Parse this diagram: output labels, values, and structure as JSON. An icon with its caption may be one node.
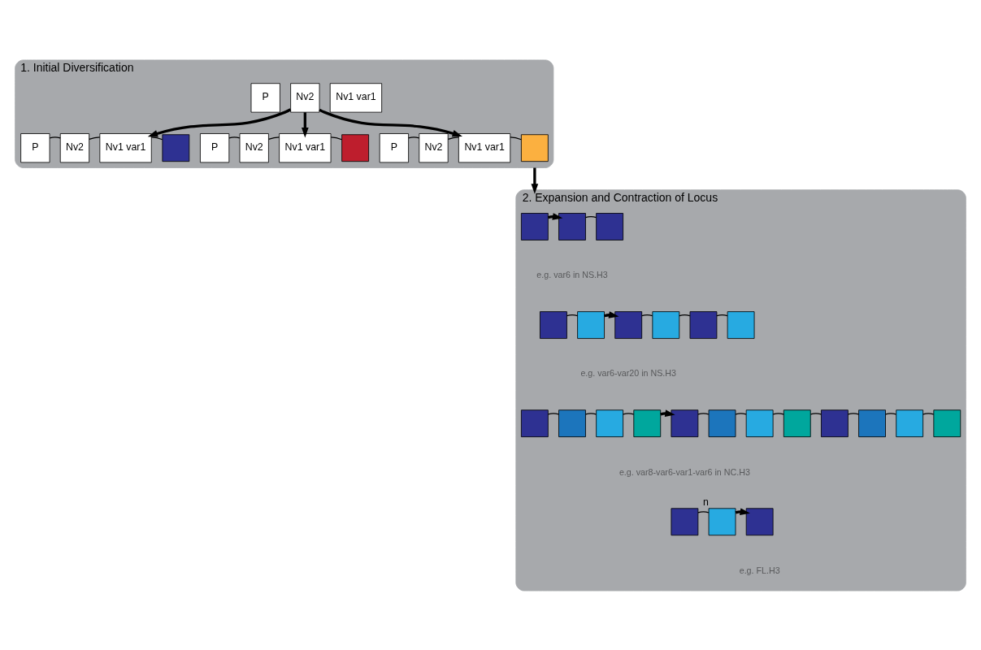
{
  "diagram": {
    "nodes": [
      {
        "text": [
          "1. Initial Diversification"
        ]
      },
      {
        "text": [
          "P"
        ],
        "in": 0
      },
      {
        "text": [
          "Nv2"
        ],
        "in": 0
      },
      {
        "text": [
          "Nv1 var1"
        ],
        "in": 0
      },
      {
        "text": [
          "P"
        ],
        "in": 0
      },
      {
        "text": [
          "Nv2"
        ],
        "in": 0
      },
      {
        "text": [
          "Nv1 var1"
        ],
        "in": 0
      },
      {
        "text": [],
        "shape": "box",
        "in": 0
      },
      {
        "text": [
          "P"
        ],
        "in": 0
      },
      {
        "text": [
          "Nv2"
        ],
        "in": 0
      },
      {
        "text": [
          "Nv1 var1"
        ],
        "in": 0
      },
      {
        "text": [],
        "shape": "box",
        "in": 0
      },
      {
        "text": [
          "P"
        ],
        "in": 0
      },
      {
        "text": [
          "Nv2"
        ],
        "in": 0
      },
      {
        "text": [
          "Nv1 var1"
        ],
        "in": 0
      },
      {
        "text": [],
        "shape": "box",
        "in": 0
      },
      {
        "text": [
          "2. Expansion and Contraction of Locus"
        ]
      },
      {
        "text": [],
        "shape": "box",
        "in": 16
      },
      {
        "text": [],
        "shape": "box",
        "in": 16
      },
      {
        "text": [],
        "shape": "box",
        "in": 16
      },
      {
        "text": [],
        "shape": "box",
        "in": 16
      },
      {
        "text": [],
        "shape": "box",
        "in": 16
      },
      {
        "text": [],
        "shape": "box",
        "in": 16
      },
      {
        "text": [],
        "shape": "box",
        "in": 16
      },
      {
        "text": [],
        "shape": "box",
        "in": 16
      },
      {
        "text": [],
        "shape": "box",
        "in": 16
      },
      {
        "text": [],
        "shape": "box",
        "in": 16
      },
      {
        "text": [],
        "shape": "box",
        "in": 16
      },
      {
        "text": [],
        "shape": "box",
        "in": 16
      },
      {
        "text": [],
        "shape": "box",
        "in": 16
      },
      {
        "text": [],
        "shape": "box",
        "in": 16
      },
      {
        "text": [],
        "shape": "box",
        "in": 16
      },
      {
        "text": [],
        "shape": "box",
        "in": 16
      },
      {
        "text": [],
        "shape": "box",
        "in": 16
      },
      {
        "text": [],
        "shape": "box",
        "in": 16
      },
      {
        "text": [],
        "shape": "box",
        "in": 16
      },
      {
        "text": [],
        "shape": "box",
        "in": 16
      },
      {
        "text": [],
        "shape": "box",
        "in": 16
      },
      {
        "text": [],
        "shape": "box",
        "in": 16
      },
      {
        "text": [],
        "shape": "box",
        "in": 16,
        "beside": [
          "n"
        ]
      },
      {
        "text": [],
        "shape": "box",
        "in": 16
      }
    ],
    "edges": [
      {
        "from": 2,
        "to": 6,
        "arrow": "to",
        "style": "thick"
      },
      {
        "from": 2,
        "to": 10,
        "arrow": "to",
        "style": "thick"
      },
      {
        "from": 2,
        "to": 14,
        "arrow": "to",
        "style": "thick"
      },
      {
        "from": 4,
        "to": 5,
        "arrow": "none"
      },
      {
        "from": 5,
        "to": 6,
        "arrow": "none"
      },
      {
        "from": 6,
        "to": 7,
        "arrow": "none"
      },
      {
        "from": 8,
        "to": 9,
        "arrow": "none"
      },
      {
        "from": 9,
        "to": 10,
        "arrow": "none"
      },
      {
        "from": 10,
        "to": 11,
        "arrow": "none"
      },
      {
        "from": 12,
        "to": 13,
        "arrow": "none"
      },
      {
        "from": 13,
        "to": 14,
        "arrow": "none"
      },
      {
        "from": 14,
        "to": 15,
        "arrow": "none"
      },
      {
        "from": 0,
        "to": 16,
        "arrow": "to",
        "style": "thick"
      },
      {
        "from": 17,
        "to": 18,
        "arrow": "to",
        "style": "thick"
      },
      {
        "from": 18,
        "to": 19,
        "arrow": "none"
      },
      {
        "from": 20,
        "to": 21,
        "arrow": "none"
      },
      {
        "from": 21,
        "to": 22,
        "arrow": "to",
        "style": "thick"
      },
      {
        "from": 22,
        "to": 23,
        "arrow": "none"
      },
      {
        "from": 23,
        "to": 24,
        "arrow": "none"
      },
      {
        "from": 24,
        "to": 25,
        "arrow": "none"
      },
      {
        "from": 26,
        "to": 27,
        "arrow": "none"
      },
      {
        "from": 27,
        "to": 28,
        "arrow": "none"
      },
      {
        "from": 28,
        "to": 29,
        "arrow": "none"
      },
      {
        "from": 29,
        "to": 30,
        "arrow": "to",
        "style": "thick"
      },
      {
        "from": 30,
        "to": 31,
        "arrow": "none"
      },
      {
        "from": 31,
        "to": 32,
        "arrow": "none"
      },
      {
        "from": 32,
        "to": 33,
        "arrow": "none"
      },
      {
        "from": 33,
        "to": 34,
        "arrow": "none"
      },
      {
        "from": 34,
        "to": 35,
        "arrow": "none"
      },
      {
        "from": 35,
        "to": 36,
        "arrow": "none"
      },
      {
        "from": 36,
        "to": 37,
        "arrow": "none"
      },
      {
        "from": 38,
        "to": 39,
        "arrow": "none"
      },
      {
        "from": 39,
        "to": 40,
        "arrow": "to",
        "style": "thick"
      }
    ],
    "labels": [
      "e.g. var6 in NS.H3",
      "e.g. var6-var20 in NS.H3",
      "e.g. var8-var6-var1-var6 in NC.H3",
      "e.g. FL.H3"
    ]
  }
}
